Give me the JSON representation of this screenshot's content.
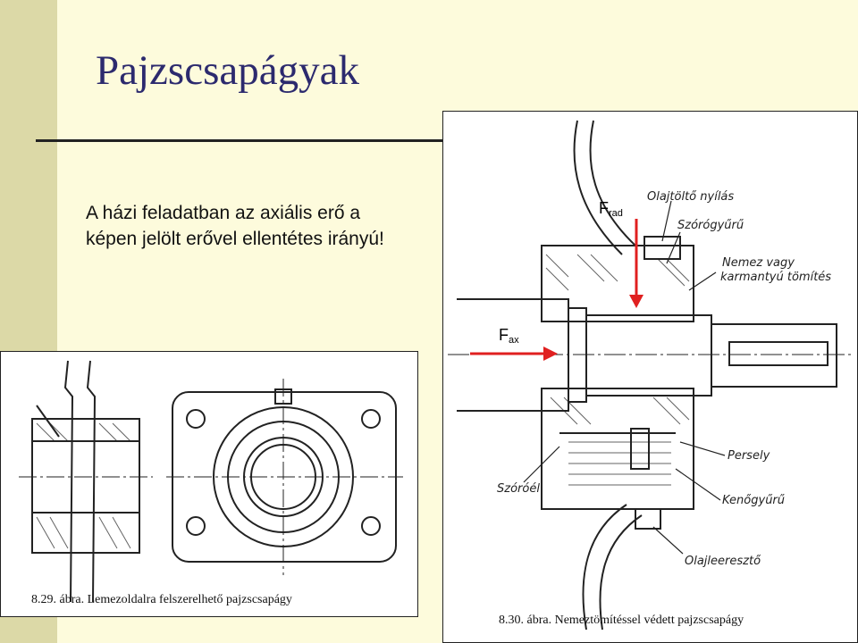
{
  "slide": {
    "title": "Pajzscsapágyak",
    "body_line1": "A házi feladatban az axiális erő a",
    "body_line2": "képen jelölt erővel ellentétes irányú!"
  },
  "figure_left": {
    "caption": "8.29. ábra. Lemezoldalra felszerelhető pajzscsapágy"
  },
  "figure_right": {
    "caption": "8.30. ábra. Nemeztömítéssel védett pajzscsapágy",
    "labels": {
      "oil_hole": "Olajtöltő nyílás",
      "oil_ring": "Szórógyűrű",
      "felt_1": "Nemez vagy",
      "felt_2": "karmantyú tömítés",
      "bushing": "Persely",
      "oil_edge": "Szóróél",
      "lube_ring": "Kenőgyűrű",
      "drain": "Olajleeresztő"
    },
    "forces": {
      "radial_main": "F",
      "radial_sub": "rad",
      "axial_main": "F",
      "axial_sub": "ax"
    }
  },
  "colors": {
    "accent": "#e02020",
    "title": "#2c2a6e",
    "strip": "#dcd9a7",
    "background": "#fdfbdc"
  }
}
